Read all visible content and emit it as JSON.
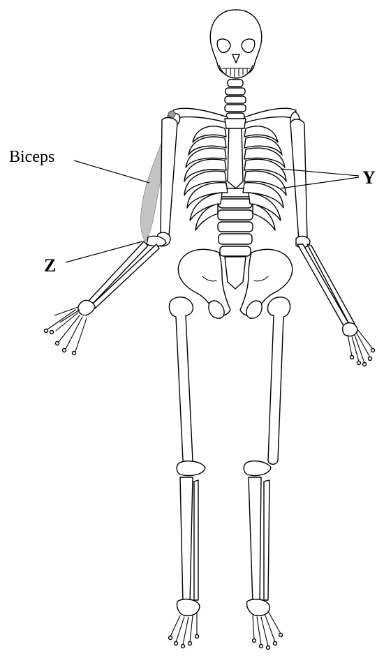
{
  "diagram": {
    "labels": {
      "biceps": "Biceps",
      "y": "Y",
      "z": "Z"
    },
    "colors": {
      "muscle": "#c4c4c4",
      "outline": "#000000",
      "background": "#ffffff"
    }
  }
}
